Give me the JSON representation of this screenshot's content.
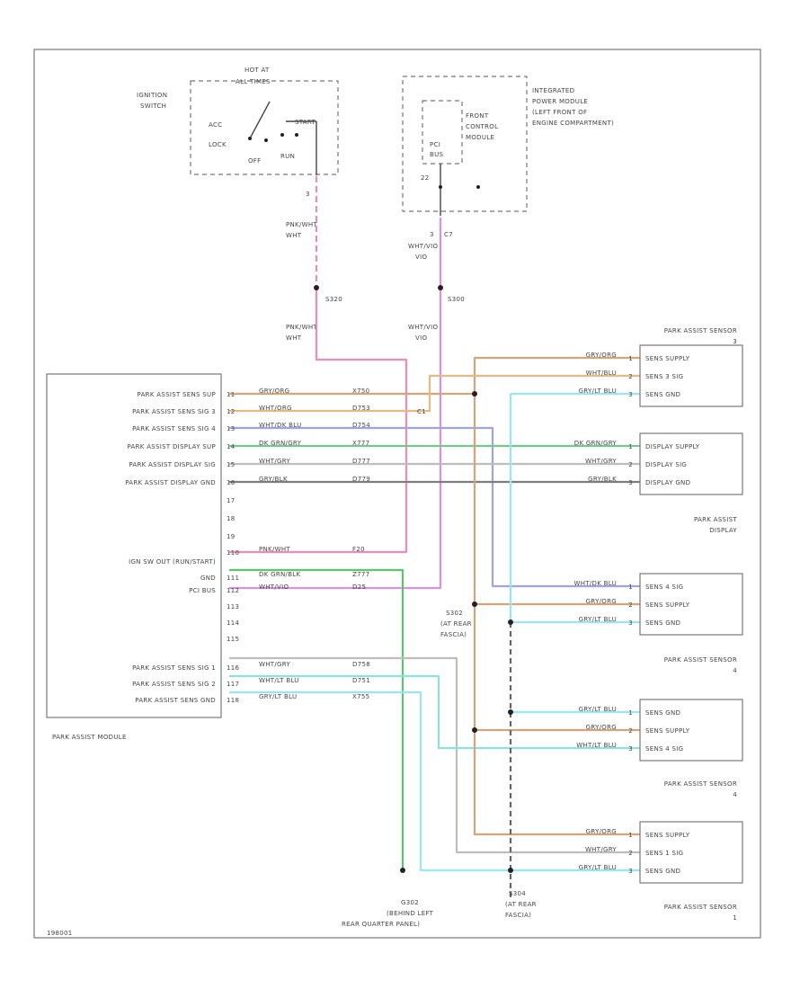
{
  "colors": {
    "pnk_wht": "#f08cb3",
    "vio": "#dd8fe8",
    "gry_org": "#d9a377",
    "wht_org": "#e6b884",
    "wht_dk_blu": "#9ca4e4",
    "dk_grn_gry": "#73c98a",
    "wht_gry": "#bdbdbd",
    "gry_blk": "#7d7d7d",
    "grn": "#59c86a",
    "lt_blu": "#8ee0e0",
    "wht_lt_blu": "#99e6f0",
    "ground": "#666666"
  },
  "ignition_switch": {
    "label": "IGNITION SWITCH",
    "hot_label": "HOT AT ALL TIMES",
    "positions": {
      "acc": "ACC",
      "lock": "LOCK",
      "off": "OFF",
      "run": "RUN",
      "start": "START"
    },
    "pin": "3"
  },
  "ipm": {
    "label": "INTEGRATED POWER MODULE (LEFT FRONT OF ENGINE COMPARTMENT)",
    "fcm_label": "FRONT CONTROL MODULE",
    "pci_label": "PCI BUS",
    "pin": "22",
    "conn": "C7",
    "conn_pin": "3"
  },
  "wires_top": {
    "pnk_wht_1": "PNK/WHT",
    "wht_vio_1": "WHT/VIO",
    "pnk_wht_2": "PNK/WHT",
    "wht_vio_2": "WHT/VIO",
    "splice_1": "S320",
    "splice_2": "S300"
  },
  "module": {
    "label": "PARK ASSIST MODULE",
    "lines": [
      {
        "name": "PARK ASSIST SENS SUP",
        "pin": "11",
        "color": "GRY/ORG",
        "circuit": "X750"
      },
      {
        "name": "PARK ASSIST SENS SIG 3",
        "pin": "12",
        "color": "WHT/ORG",
        "circuit": "D753"
      },
      {
        "name": "PARK ASSIST SENS SIG 4",
        "pin": "13",
        "color": "WHT/DK BLU",
        "circuit": "D754"
      },
      {
        "name": "PARK ASSIST DISPLAY SUP",
        "pin": "14",
        "color": "DK GRN/GRY",
        "circuit": "X777"
      },
      {
        "name": "PARK ASSIST DISPLAY SIG",
        "pin": "15",
        "color": "WHT/GRY",
        "circuit": "D777"
      },
      {
        "name": "PARK ASSIST DISPLAY GND",
        "pin": "16",
        "color": "GRY/BLK",
        "circuit": "D779"
      },
      {
        "name": "",
        "pin": "17",
        "color": "",
        "circuit": ""
      },
      {
        "name": "",
        "pin": "18",
        "color": "",
        "circuit": ""
      },
      {
        "name": "",
        "pin": "19",
        "color": "",
        "circuit": ""
      },
      {
        "name": "",
        "pin": "110",
        "color": "PNK/WHT",
        "circuit": "F20"
      },
      {
        "name": "IGN SW OUT (RUN/START)",
        "pin": "",
        "color": "",
        "circuit": ""
      },
      {
        "name": "GND",
        "pin": "111",
        "color": "DK GRN/BLK",
        "circuit": "Z777"
      },
      {
        "name": "PCI BUS",
        "pin": "112",
        "color": "WHT/VIO",
        "circuit": "D25"
      },
      {
        "name": "",
        "pin": "113",
        "color": "",
        "circuit": ""
      },
      {
        "name": "",
        "pin": "114",
        "color": "",
        "circuit": ""
      },
      {
        "name": "",
        "pin": "115",
        "color": "",
        "circuit": ""
      },
      {
        "name": "PARK ASSIST SENS SIG 1",
        "pin": "116",
        "color": "WHT/GRY",
        "circuit": "D758"
      },
      {
        "name": "PARK ASSIST SENS SIG 2",
        "pin": "117",
        "color": "WHT/LT BLU",
        "circuit": "D751"
      },
      {
        "name": "PARK ASSIST SENS GND",
        "pin": "118",
        "color": "GRY/LT BLU",
        "circuit": "X755"
      }
    ],
    "c1": "C1"
  },
  "sensor3": {
    "title": "PARK ASSIST SENSOR 3",
    "pins": [
      {
        "label": "SENS SUPPLY",
        "pin": "1",
        "color": "GRY/ORG"
      },
      {
        "label": "SENS 3 SIG",
        "pin": "2",
        "color": "WHT/BLU"
      },
      {
        "label": "SENS GND",
        "pin": "3",
        "color": "GRY/LT BLU"
      }
    ]
  },
  "display": {
    "title": "PARK ASSIST DISPLAY",
    "pins": [
      {
        "label": "DISPLAY SUPPLY",
        "pin": "1",
        "color": "DK GRN/GRY"
      },
      {
        "label": "DISPLAY SIG",
        "pin": "2",
        "color": "WHT/GRY"
      },
      {
        "label": "DISPLAY GND",
        "pin": "3",
        "color": "GRY/BLK"
      }
    ]
  },
  "sensor4": {
    "title": "PARK ASSIST SENSOR 4",
    "pins": [
      {
        "label": "SENS 4 SIG",
        "pin": "1",
        "color": "WHT/DK BLU"
      },
      {
        "label": "SENS SUPPLY",
        "pin": "2",
        "color": "GRY/ORG"
      },
      {
        "label": "SENS GND",
        "pin": "3",
        "color": "GRY/LT BLU"
      }
    ]
  },
  "sensor2": {
    "title": "PARK ASSIST SENSOR 4",
    "pins": [
      {
        "label": "SENS GND",
        "pin": "1",
        "color": "GRY/LT BLU"
      },
      {
        "label": "SENS SUPPLY",
        "pin": "2",
        "color": "GRY/ORG"
      },
      {
        "label": "SENS 4 SIG",
        "pin": "3",
        "color": "WHT/LT BLU"
      }
    ]
  },
  "sensor1": {
    "title": "PARK ASSIST SENSOR 1",
    "pins": [
      {
        "label": "SENS SUPPLY",
        "pin": "1",
        "color": "GRY/ORG"
      },
      {
        "label": "SENS 1 SIG",
        "pin": "2",
        "color": "WHT/GRY"
      },
      {
        "label": "SENS GND",
        "pin": "3",
        "color": "GRY/LT BLU"
      }
    ]
  },
  "splices": {
    "s302": {
      "id": "S302",
      "loc": "(AT REAR FASCIA)"
    },
    "s304": {
      "id": "S304",
      "loc": "(AT REAR FASCIA)"
    }
  },
  "ground": {
    "id": "G302",
    "loc": "(BEHIND LEFT REAR QUARTER PANEL)"
  },
  "figure_id": "198001"
}
